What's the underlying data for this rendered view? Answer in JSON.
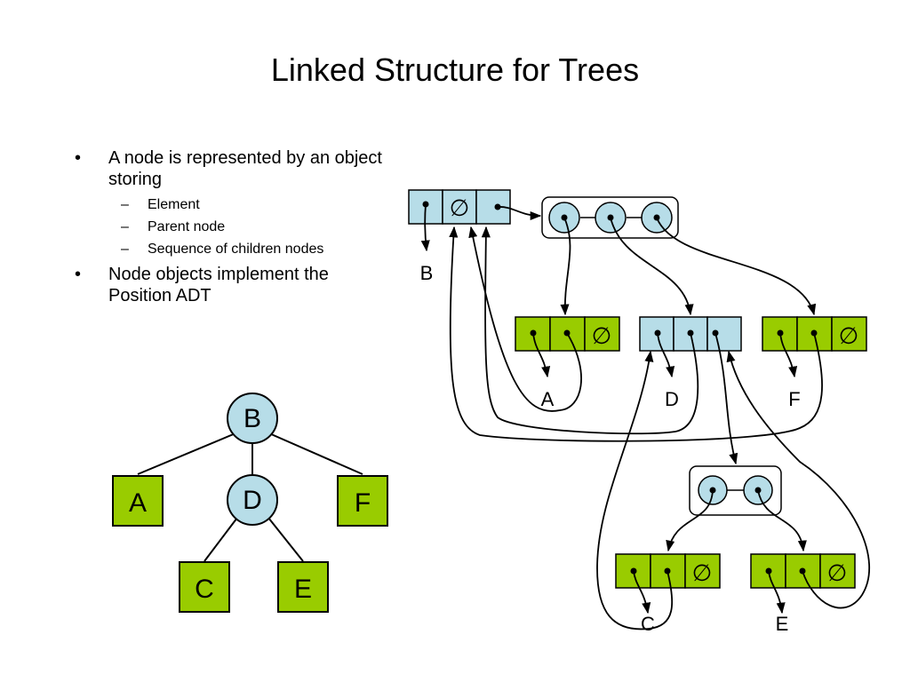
{
  "title": "Linked Structure for Trees",
  "bullets": [
    {
      "text": "A node is represented by an object storing",
      "subs": [
        "Element",
        "Parent node",
        "Sequence of children nodes"
      ]
    },
    {
      "text": "Node objects implement the Position ADT",
      "subs": []
    }
  ],
  "bullet_glyph": "•",
  "dash_glyph": "–",
  "null_symbol": "∅",
  "tree": {
    "root": "B",
    "children_of_root": [
      "A",
      "D",
      "F"
    ],
    "children_of_D": [
      "C",
      "E"
    ]
  },
  "linked": {
    "elements": {
      "B": "B",
      "A": "A",
      "D": "D",
      "F": "F",
      "C": "C",
      "E": "E"
    }
  },
  "colors": {
    "internal_fill": "#b7dde8",
    "leaf_fill": "#99cc00",
    "stroke": "#000000"
  }
}
